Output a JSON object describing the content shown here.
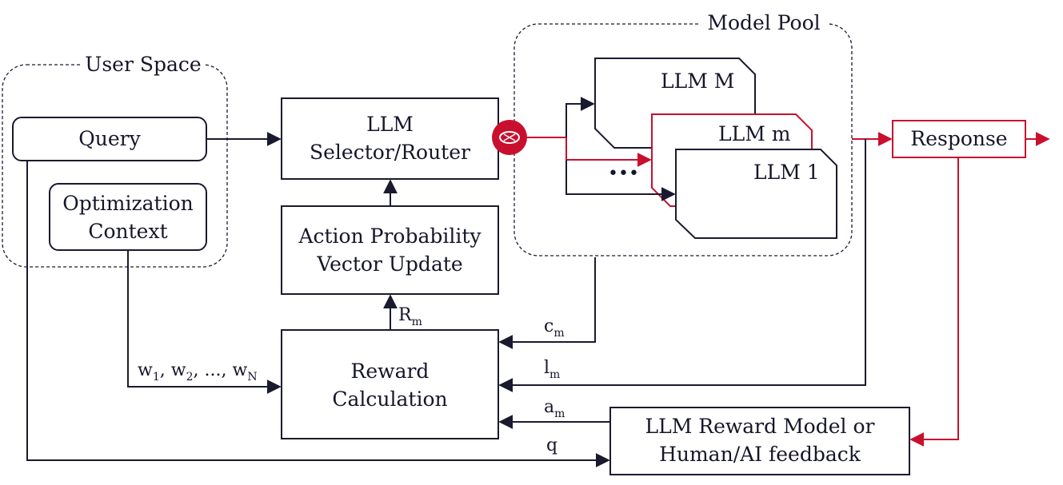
{
  "groups": {
    "user_space": "User Space",
    "model_pool": "Model Pool"
  },
  "nodes": {
    "query": "Query",
    "opt_line1": "Optimization",
    "opt_line2": "Context",
    "selector_line1": "LLM",
    "selector_line2": "Selector/Router",
    "action_line1": "Action Probability",
    "action_line2": "Vector Update",
    "reward_line1": "Reward",
    "reward_line2": "Calculation",
    "llm_M": "LLM M",
    "llm_m": "LLM m",
    "llm_1": "LLM 1",
    "ellipsis": "•••",
    "response": "Response",
    "rm_line1": "LLM Reward Model or",
    "rm_line2": "Human/AI feedback"
  },
  "edge_labels": {
    "r_main": "R",
    "r_sub": "m",
    "c_main": "c",
    "c_sub": "m",
    "l_main": "l",
    "l_sub": "m",
    "a_main": "a",
    "a_sub": "m",
    "q": "q",
    "w1": "w",
    "w1_sub": "1",
    "w2": "w",
    "w2_sub": "2",
    "wdots": ", ..., ",
    "wN": "w",
    "wN_sub": "N"
  },
  "colors": {
    "accent": "#c8102e",
    "ink": "#1a1a2e"
  },
  "icons": {
    "router": "router-icon"
  }
}
